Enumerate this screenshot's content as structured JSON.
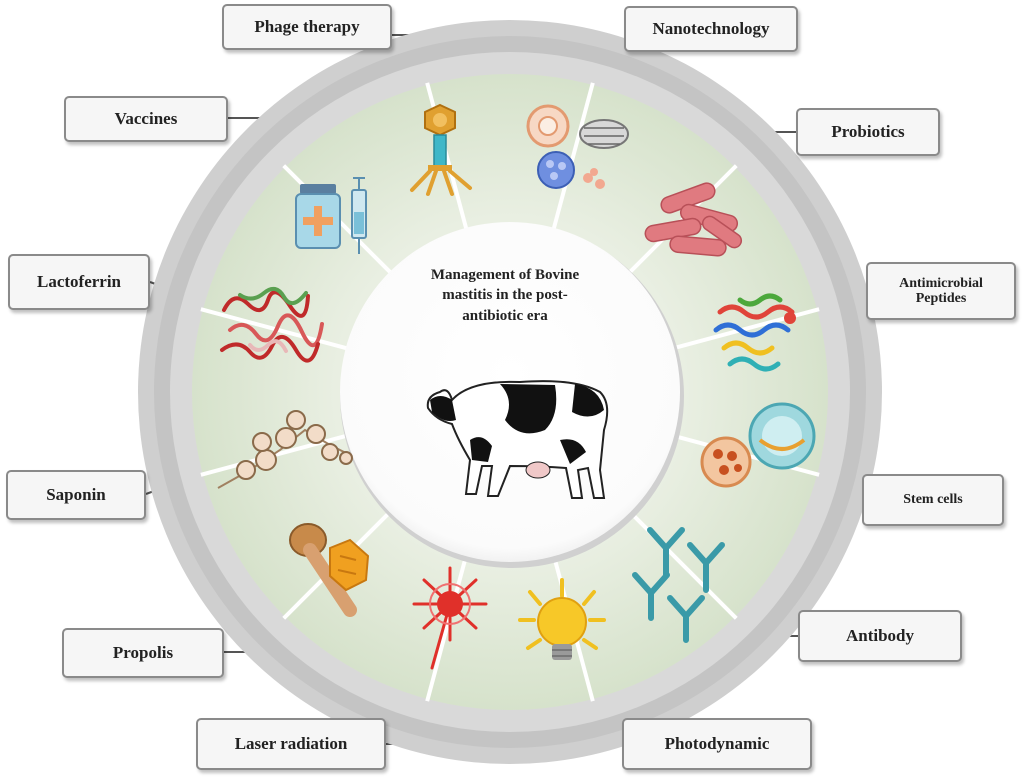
{
  "center": {
    "title_lines": [
      "Management of Bovine",
      "mastitis in the post-",
      "antibiotic era"
    ]
  },
  "labels": {
    "phage_therapy": "Phage therapy",
    "nanotechnology": "Nanotechnology",
    "vaccines": "Vaccines",
    "probiotics": "Probiotics",
    "lactoferrin": "Lactoferrin",
    "antimicrobial_line1": "Antimicrobial",
    "antimicrobial_line2": "Peptides",
    "saponin": "Saponin",
    "stem_cells": "Stem cells",
    "propolis": "Propolis",
    "antibody": "Antibody",
    "laser_radiation": "Laser radiation",
    "photodynamic": "Photodynamic"
  },
  "colors": {
    "outer_ring": "#c8c8c8",
    "segment_fill": "#dfe8d5",
    "center_fill": "#ffffff",
    "box_border": "#8a8a8a",
    "connector": "#555555"
  },
  "icons": [
    "phage-icon",
    "nanoparticles-icon",
    "probiotic-bacteria-icon",
    "peptide-icon",
    "stem-cells-icon",
    "antibody-icon",
    "lightbulb-icon",
    "laser-icon",
    "propolis-icon",
    "saponin-icon",
    "lactoferrin-icon",
    "vaccine-icon",
    "cow-icon"
  ]
}
